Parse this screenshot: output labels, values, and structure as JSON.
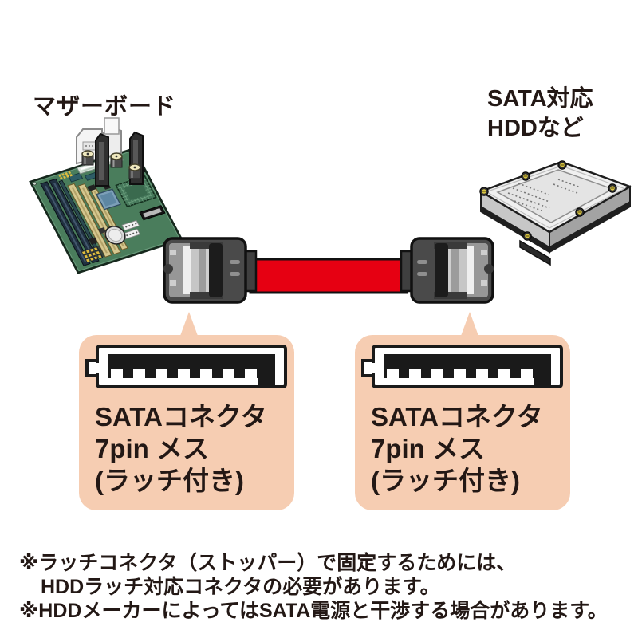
{
  "labels": {
    "motherboard": "マザーボード",
    "hdd": {
      "line1": "SATA対応",
      "line2": "HDDなど"
    }
  },
  "callout_left": {
    "line1": "SATAコネクタ",
    "line2": "7pin メス",
    "line3": "(ラッチ付き)"
  },
  "callout_right": {
    "line1": "SATAコネクタ",
    "line2": "7pin メス",
    "line3": "(ラッチ付き)"
  },
  "notes": {
    "line1": "※ラッチコネクタ（ストッパー）で固定するためには、",
    "line2": "HDDラッチ対応コネクタの必要があります。",
    "line3": "※HDDメーカーによってはSATA電源と干渉する場合があります。"
  },
  "icons": {
    "connector_diagram": "sata-7pin-female-connector-cross-section",
    "motherboard_art": "motherboard-isometric-illustration",
    "hdd_art": "hdd-isometric-illustration",
    "cable_art": "sata-cable-with-latch-connectors"
  },
  "colors": {
    "callout_bg": "#F6CDB2",
    "cable_red": "#E60012",
    "connector_body": "#4A4A4A",
    "pcb_green": "#4A7D5C",
    "hdd_top": "#F0F0F0",
    "text": "#231815"
  }
}
